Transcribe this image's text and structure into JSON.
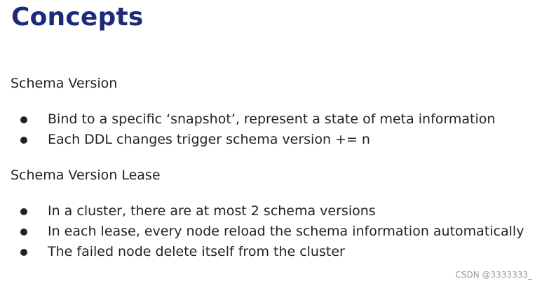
{
  "title": "Concepts",
  "sections": [
    {
      "heading": "Schema Version",
      "bullets": [
        "Bind to a specific ‘snapshot’, represent a state of meta information",
        "Each DDL changes trigger schema version += n"
      ]
    },
    {
      "heading": "Schema Version Lease",
      "bullets": [
        "In a cluster, there are at most 2 schema versions",
        "In each lease, every node reload the schema information automatically",
        "The failed node delete itself from the cluster"
      ]
    }
  ],
  "watermark": "CSDN @3333333_"
}
